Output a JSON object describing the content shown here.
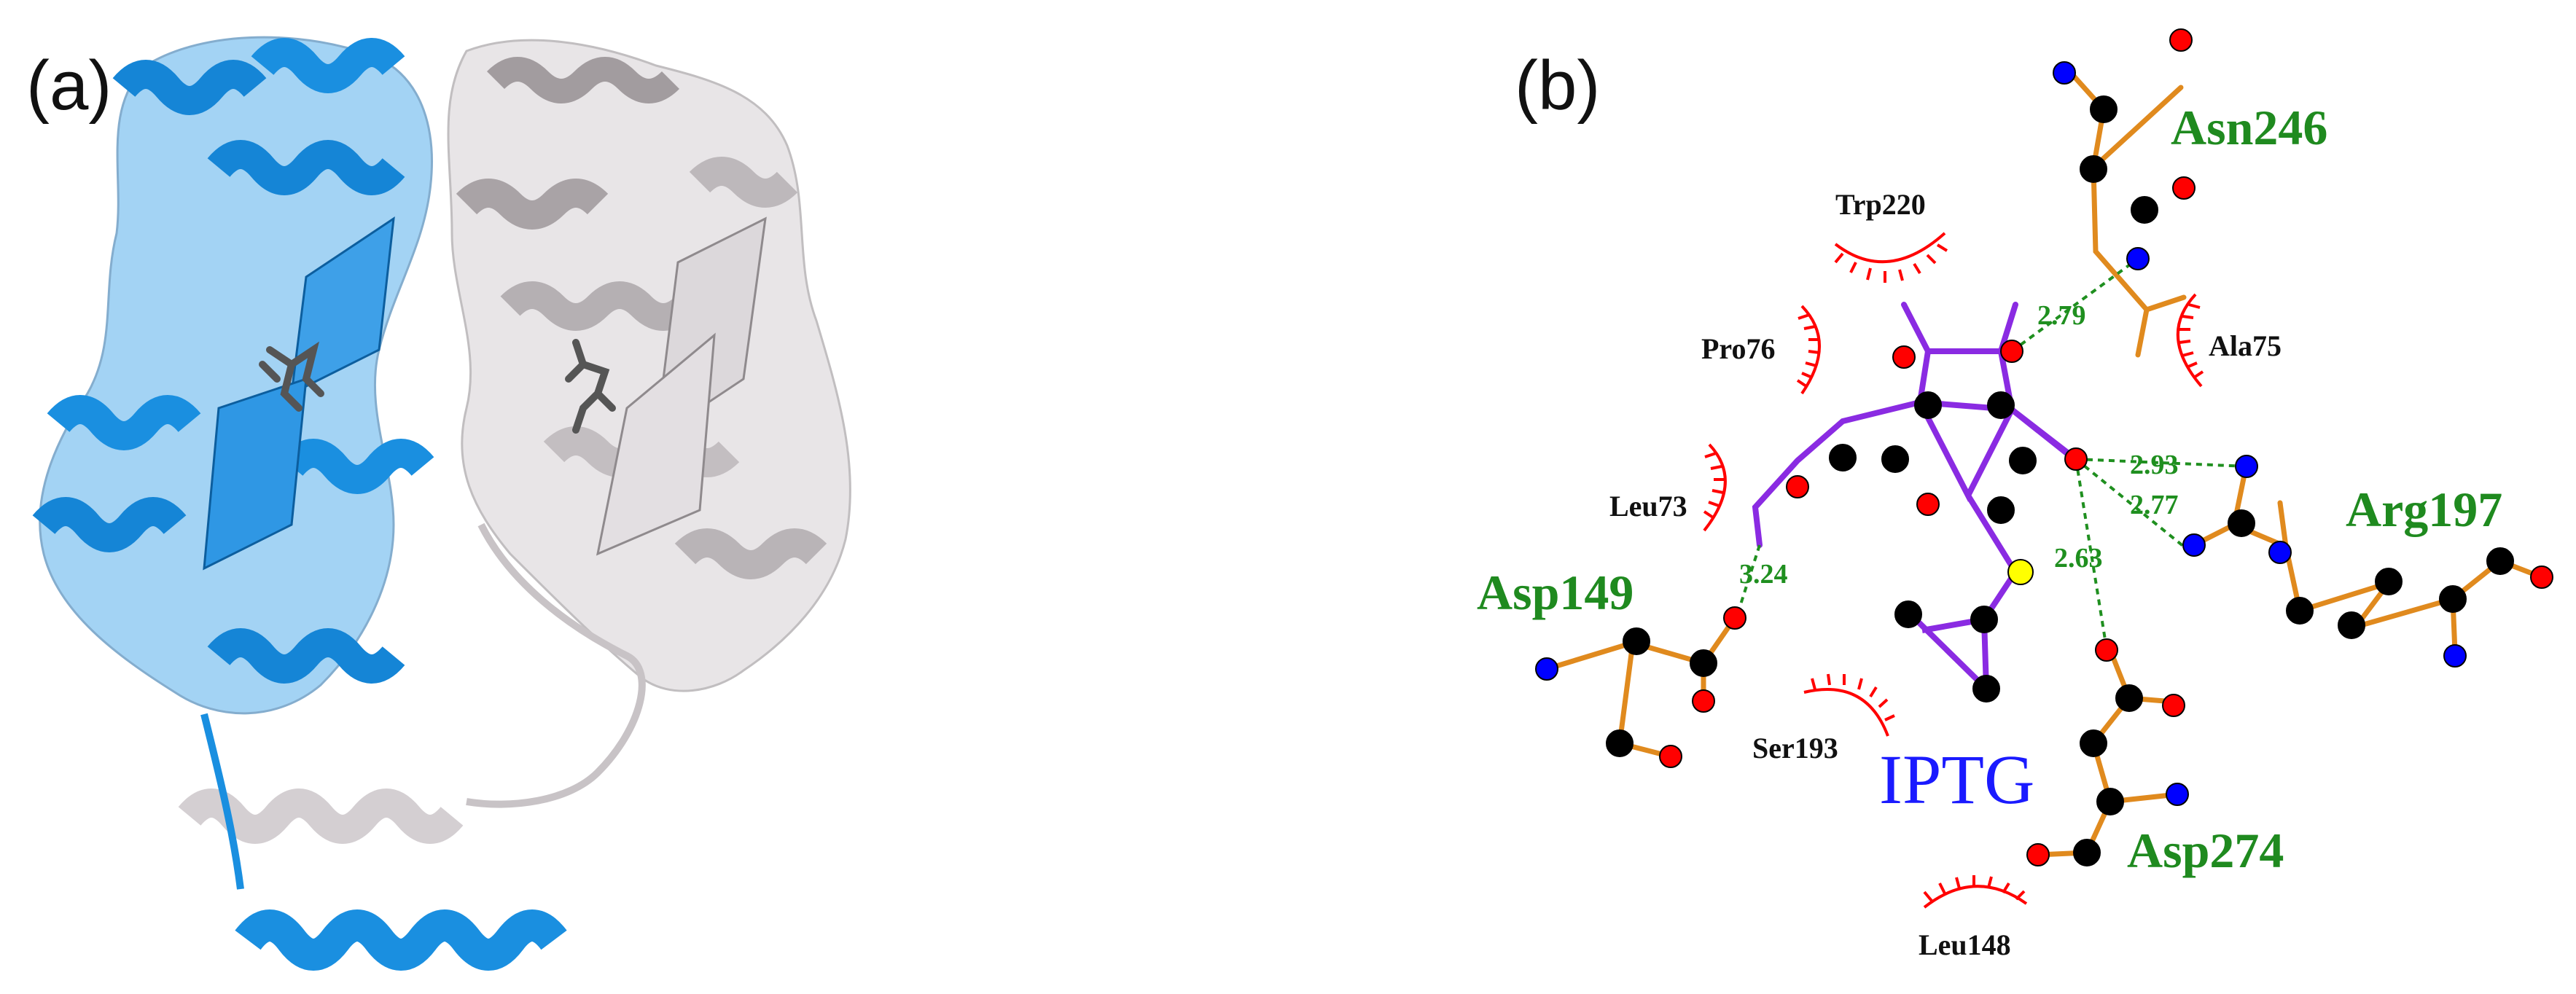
{
  "panels": {
    "a_label": "(a)",
    "b_label": "(b)"
  },
  "colors": {
    "chain_a": "#1a8fe0",
    "chain_b": "#c8c3c6",
    "ligand_stick": "#555555",
    "carbon": "#000000",
    "oxygen": "#ff0000",
    "nitrogen": "#0000ff",
    "sulfur": "#ffff00",
    "residue_bond": "#e08a1e",
    "ligand_bond": "#8a2be2",
    "hbond": "#1f8f1f",
    "hydrophobic": "#ff0000",
    "residue_label_hbond": "#1f8a1f",
    "ligand_label": "#1a1aff"
  },
  "ligand": {
    "name": "IPTG"
  },
  "hbond_residues": [
    "Asn246",
    "Arg197",
    "Asp149",
    "Asp274"
  ],
  "hydrophobic_residues": [
    "Trp220",
    "Pro76",
    "Ala75",
    "Leu73",
    "Ser193",
    "Leu148"
  ],
  "distances": [
    "2.79",
    "2.93",
    "2.77",
    "3.24",
    "2.63"
  ]
}
